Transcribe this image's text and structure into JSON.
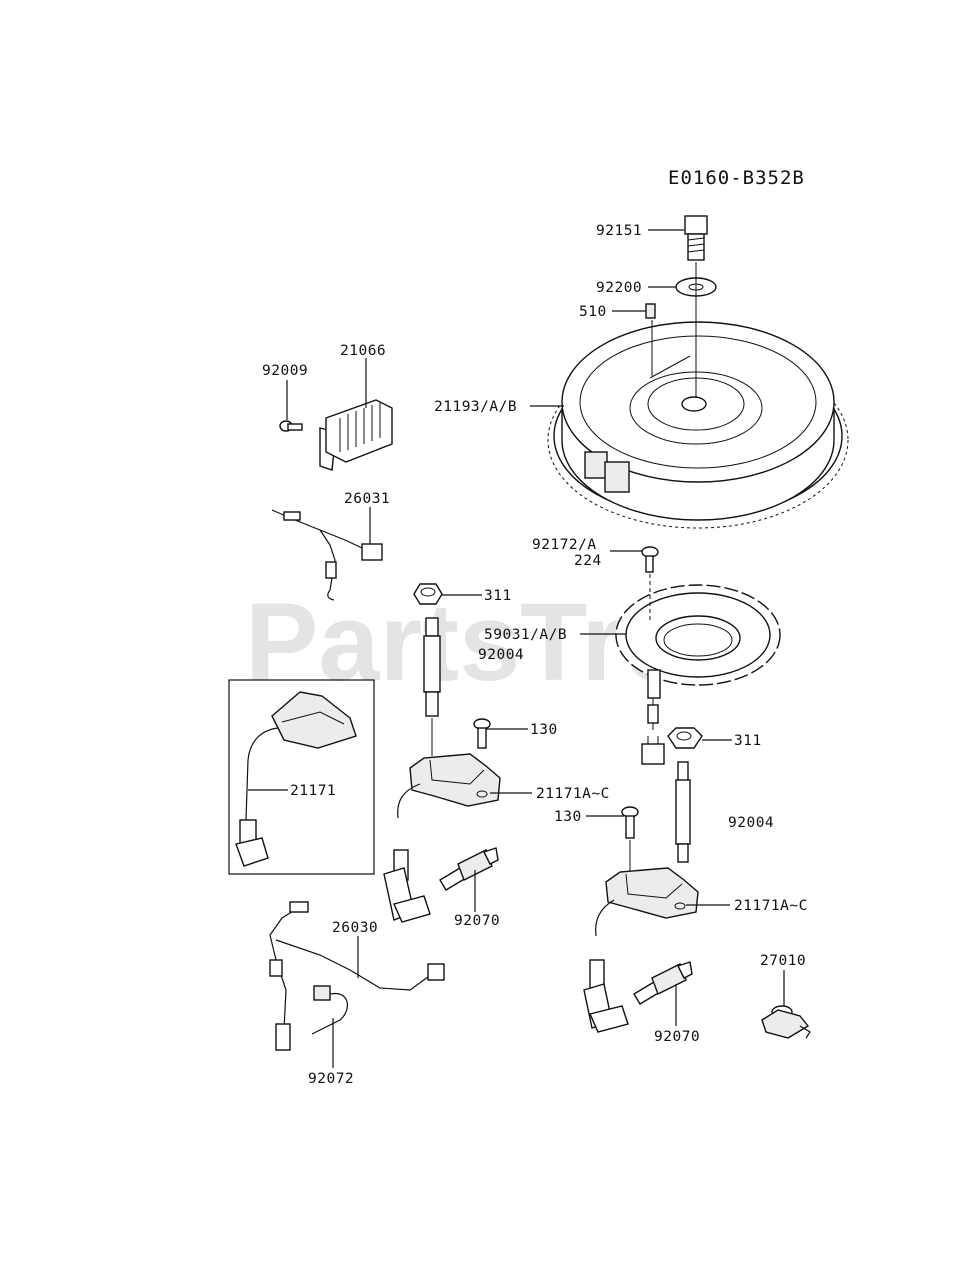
{
  "diagram_code": "E0160-B352B",
  "watermark": "PartsTree",
  "labels": {
    "p92151": "92151",
    "p92200": "92200",
    "p510": "510",
    "p21193": "21193/A/B",
    "p21066": "21066",
    "p92009": "92009",
    "p26031": "26031",
    "p92172": "92172/A",
    "p224": "224",
    "p311a": "311",
    "p59031": "59031/A/B",
    "p92004a": "92004",
    "p130a": "130",
    "p21171": "21171",
    "p21171c1": "21171A~C",
    "p311b": "311",
    "p130b": "130",
    "p92004b": "92004",
    "p26030": "26030",
    "p92070a": "92070",
    "p21171c2": "21171A~C",
    "p27010": "27010",
    "p92070b": "92070",
    "p92072": "92072"
  }
}
